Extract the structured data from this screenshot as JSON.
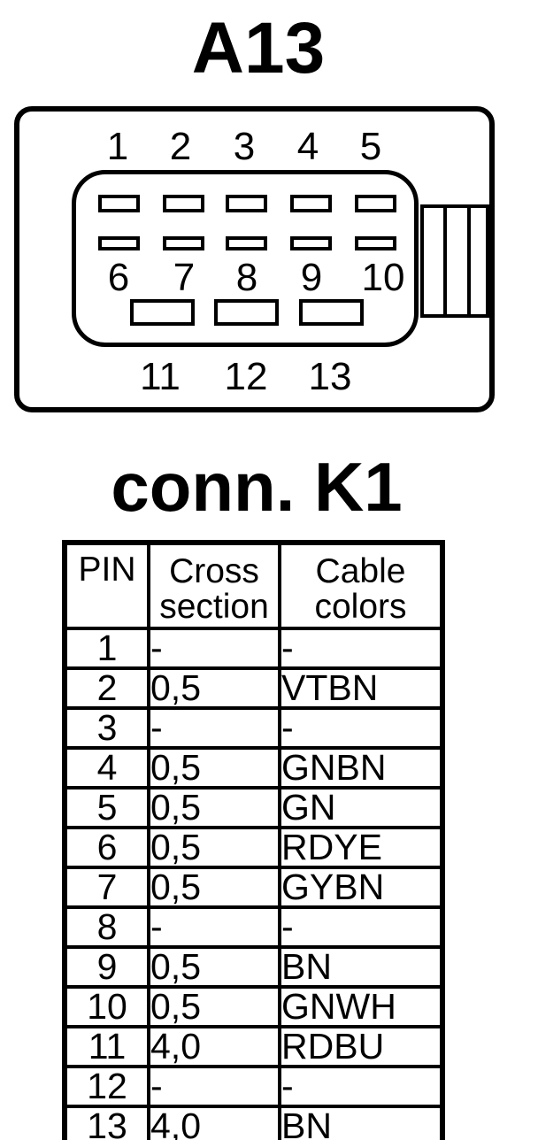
{
  "titles": {
    "connector_id": "A13",
    "connector_caption": "conn. K1"
  },
  "connector": {
    "top_pins": [
      "1",
      "2",
      "3",
      "4",
      "5"
    ],
    "middle_pins": [
      "6",
      "7",
      "8",
      "9",
      "10"
    ],
    "bottom_pins": [
      "11",
      "12",
      "13"
    ]
  },
  "table": {
    "header_lines": [
      [
        "PIN"
      ],
      [
        "Cross",
        "section"
      ],
      [
        "Cable",
        "colors"
      ]
    ],
    "rows": [
      {
        "pin": "1",
        "cross": "-",
        "color": "-"
      },
      {
        "pin": "2",
        "cross": "0,5",
        "color": "VTBN"
      },
      {
        "pin": "3",
        "cross": "-",
        "color": "-"
      },
      {
        "pin": "4",
        "cross": "0,5",
        "color": "GNBN"
      },
      {
        "pin": "5",
        "cross": "0,5",
        "color": "GN"
      },
      {
        "pin": "6",
        "cross": "0,5",
        "color": "RDYE"
      },
      {
        "pin": "7",
        "cross": "0,5",
        "color": "GYBN"
      },
      {
        "pin": "8",
        "cross": "-",
        "color": "-"
      },
      {
        "pin": "9",
        "cross": "0,5",
        "color": "BN"
      },
      {
        "pin": "10",
        "cross": "0,5",
        "color": "GNWH"
      },
      {
        "pin": "11",
        "cross": "4,0",
        "color": "RDBU"
      },
      {
        "pin": "12",
        "cross": "-",
        "color": "-"
      },
      {
        "pin": "13",
        "cross": "4,0",
        "color": "BN"
      }
    ]
  },
  "colors": {
    "ink": "#000000",
    "background": "#ffffff"
  }
}
